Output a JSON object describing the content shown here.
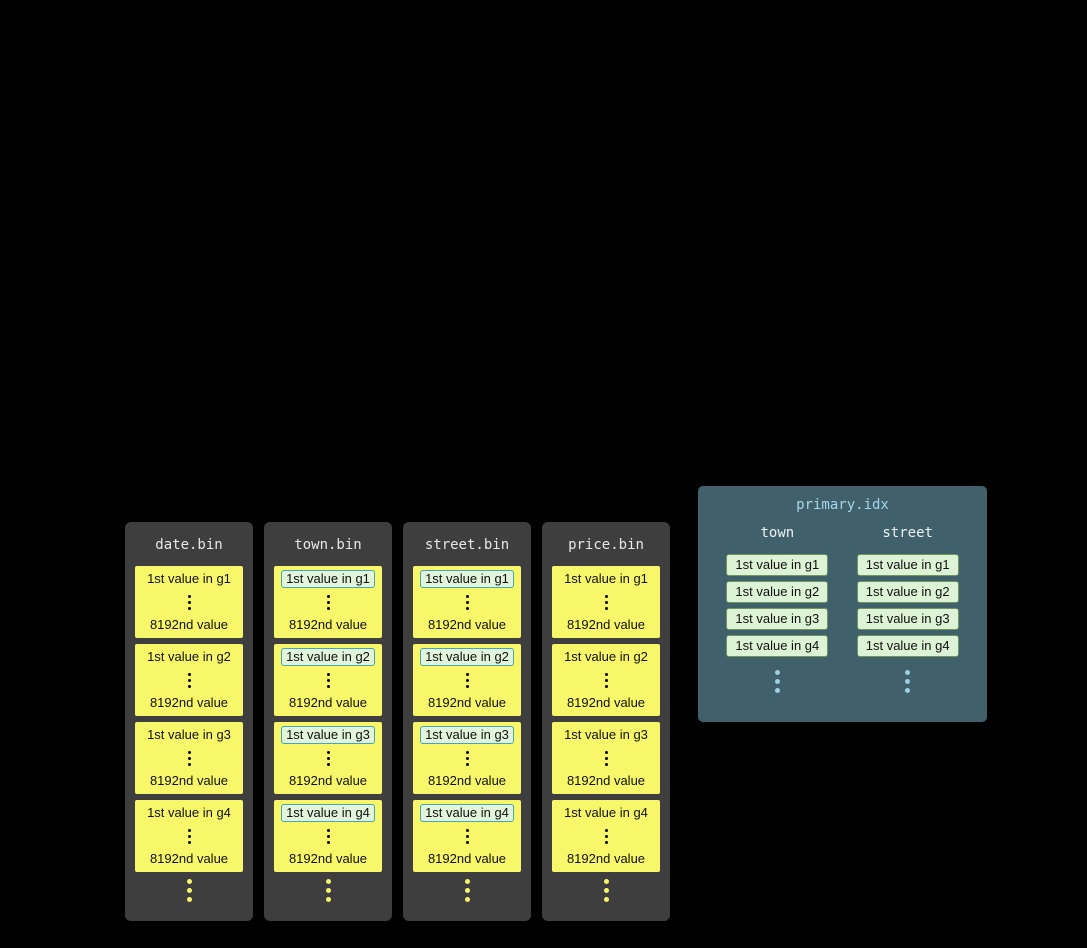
{
  "colors": {
    "background": "#000000",
    "bin_column_bg": "#3e3e3e",
    "bin_title_text": "#e8e8e8",
    "granule_bg": "#f8f76a",
    "granule_text": "#101010",
    "mark_box_bg": "#e2f5da",
    "mark_box_border": "#43a7b6",
    "index_panel_bg": "#40606b",
    "index_title_text": "#a5d5e8",
    "index_header_text": "#eef2f4",
    "index_box_bg": "#ddf3d5",
    "index_box_border": "#73935f",
    "yellow_dots": "#f8f76a",
    "blue_dots": "#9ccfe2"
  },
  "columns": [
    {
      "title": "date.bin",
      "highlighted": false,
      "granules": [
        {
          "first": "1st value in g1",
          "last": "8192nd value"
        },
        {
          "first": "1st value in g2",
          "last": "8192nd value"
        },
        {
          "first": "1st value in g3",
          "last": "8192nd value"
        },
        {
          "first": "1st value in g4",
          "last": "8192nd value"
        }
      ]
    },
    {
      "title": "town.bin",
      "highlighted": true,
      "granules": [
        {
          "first": "1st value in g1",
          "last": "8192nd value"
        },
        {
          "first": "1st value in g2",
          "last": "8192nd value"
        },
        {
          "first": "1st value in g3",
          "last": "8192nd value"
        },
        {
          "first": "1st value in g4",
          "last": "8192nd value"
        }
      ]
    },
    {
      "title": "street.bin",
      "highlighted": true,
      "granules": [
        {
          "first": "1st value in g1",
          "last": "8192nd value"
        },
        {
          "first": "1st value in g2",
          "last": "8192nd value"
        },
        {
          "first": "1st value in g3",
          "last": "8192nd value"
        },
        {
          "first": "1st value in g4",
          "last": "8192nd value"
        }
      ]
    },
    {
      "title": "price.bin",
      "highlighted": false,
      "granules": [
        {
          "first": "1st value in g1",
          "last": "8192nd value"
        },
        {
          "first": "1st value in g2",
          "last": "8192nd value"
        },
        {
          "first": "1st value in g3",
          "last": "8192nd value"
        },
        {
          "first": "1st value in g4",
          "last": "8192nd value"
        }
      ]
    }
  ],
  "index": {
    "title": "primary.idx",
    "columns": [
      {
        "header": "town",
        "values": [
          "1st value in g1",
          "1st value in g2",
          "1st value in g3",
          "1st value in g4"
        ]
      },
      {
        "header": "street",
        "values": [
          "1st value in g1",
          "1st value in g2",
          "1st value in g3",
          "1st value in g4"
        ]
      }
    ]
  }
}
